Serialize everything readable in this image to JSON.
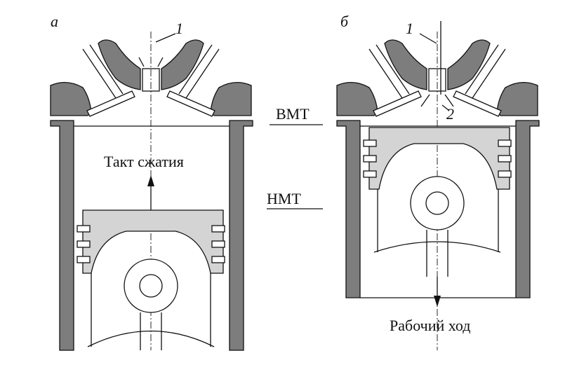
{
  "diagram": {
    "panel_a": {
      "letter": "а",
      "callout_1": "1",
      "stroke_label": "Такт сжатия"
    },
    "panel_b": {
      "letter": "б",
      "callout_1": "1",
      "callout_2": "2",
      "stroke_label": "Рабочий ход"
    },
    "markers": {
      "tdc": "ВМТ",
      "bdc": "НМТ"
    },
    "colors": {
      "dark_gray": "#7d7d7d",
      "light_gray": "#d4d4d4",
      "line": "#111111"
    }
  }
}
